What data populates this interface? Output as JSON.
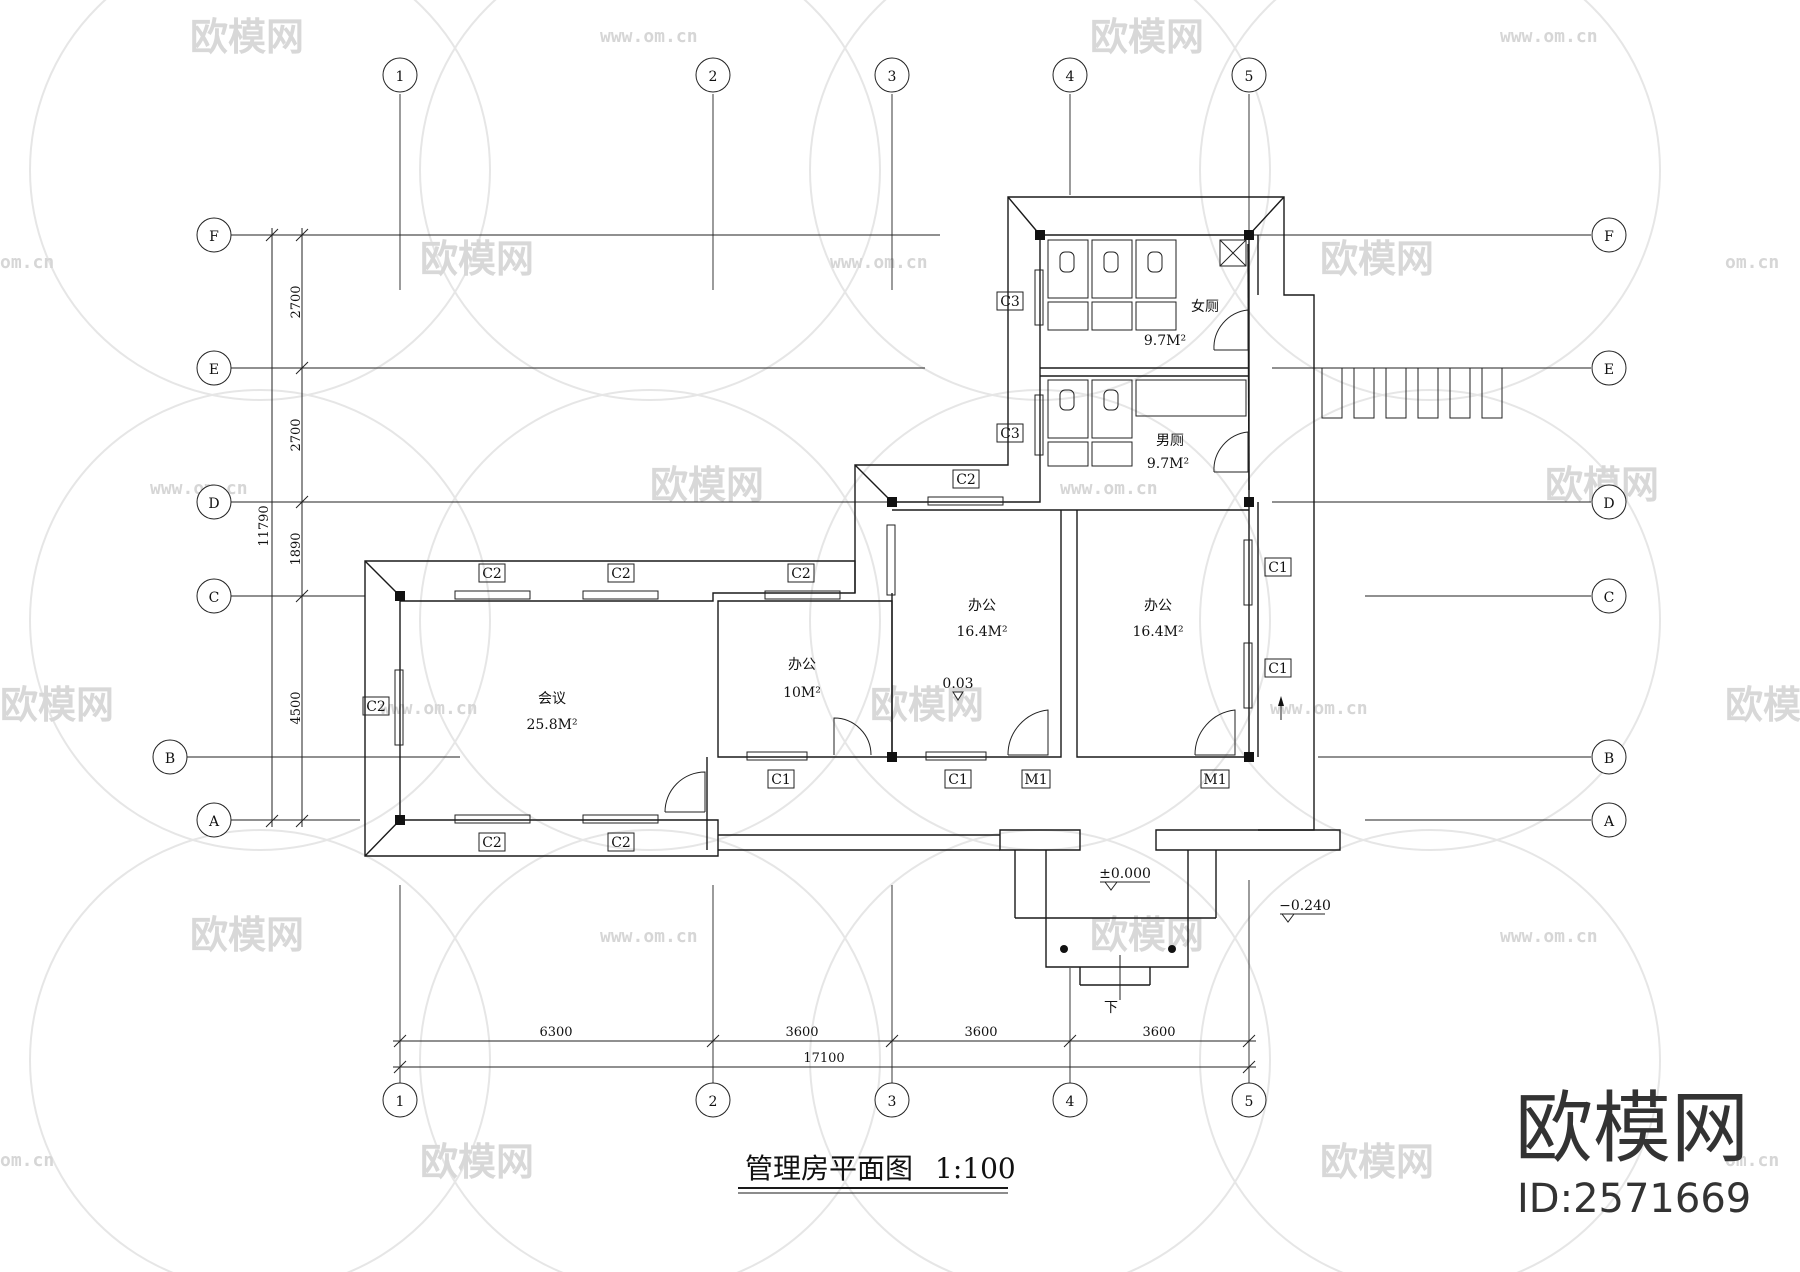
{
  "title": "管理房平面图",
  "scale": "1:100",
  "axes_columns": [
    "1",
    "2",
    "3",
    "4",
    "5"
  ],
  "axes_rows": [
    "F",
    "E",
    "D",
    "C",
    "B",
    "A"
  ],
  "dims_bottom": [
    "6300",
    "3600",
    "3600",
    "3600"
  ],
  "dim_total_bottom": "17100",
  "dims_left": [
    "2700",
    "2700",
    "1890",
    "4500"
  ],
  "dim_total_left": "11790",
  "rooms": [
    {
      "name": "会议",
      "area": "25.8M²"
    },
    {
      "name": "办公",
      "area": "10M²"
    },
    {
      "name": "办公",
      "area": "16.4M²"
    },
    {
      "name": "办公",
      "area": "16.4M²"
    },
    {
      "name": "女厕",
      "area": "9.7M²"
    },
    {
      "name": "男厕",
      "area": "9.7M²"
    }
  ],
  "window_tags": {
    "c1": "C1",
    "c2": "C2",
    "c3": "C3",
    "m1": "M1"
  },
  "levels": {
    "entry": "±0.000",
    "outside": "−0.240",
    "inner": "0.03"
  },
  "stair_label": "下",
  "watermark": {
    "brand": "欧模网",
    "url": "www.om.cn",
    "url_short": "om.cn",
    "id": "ID:2571669"
  }
}
